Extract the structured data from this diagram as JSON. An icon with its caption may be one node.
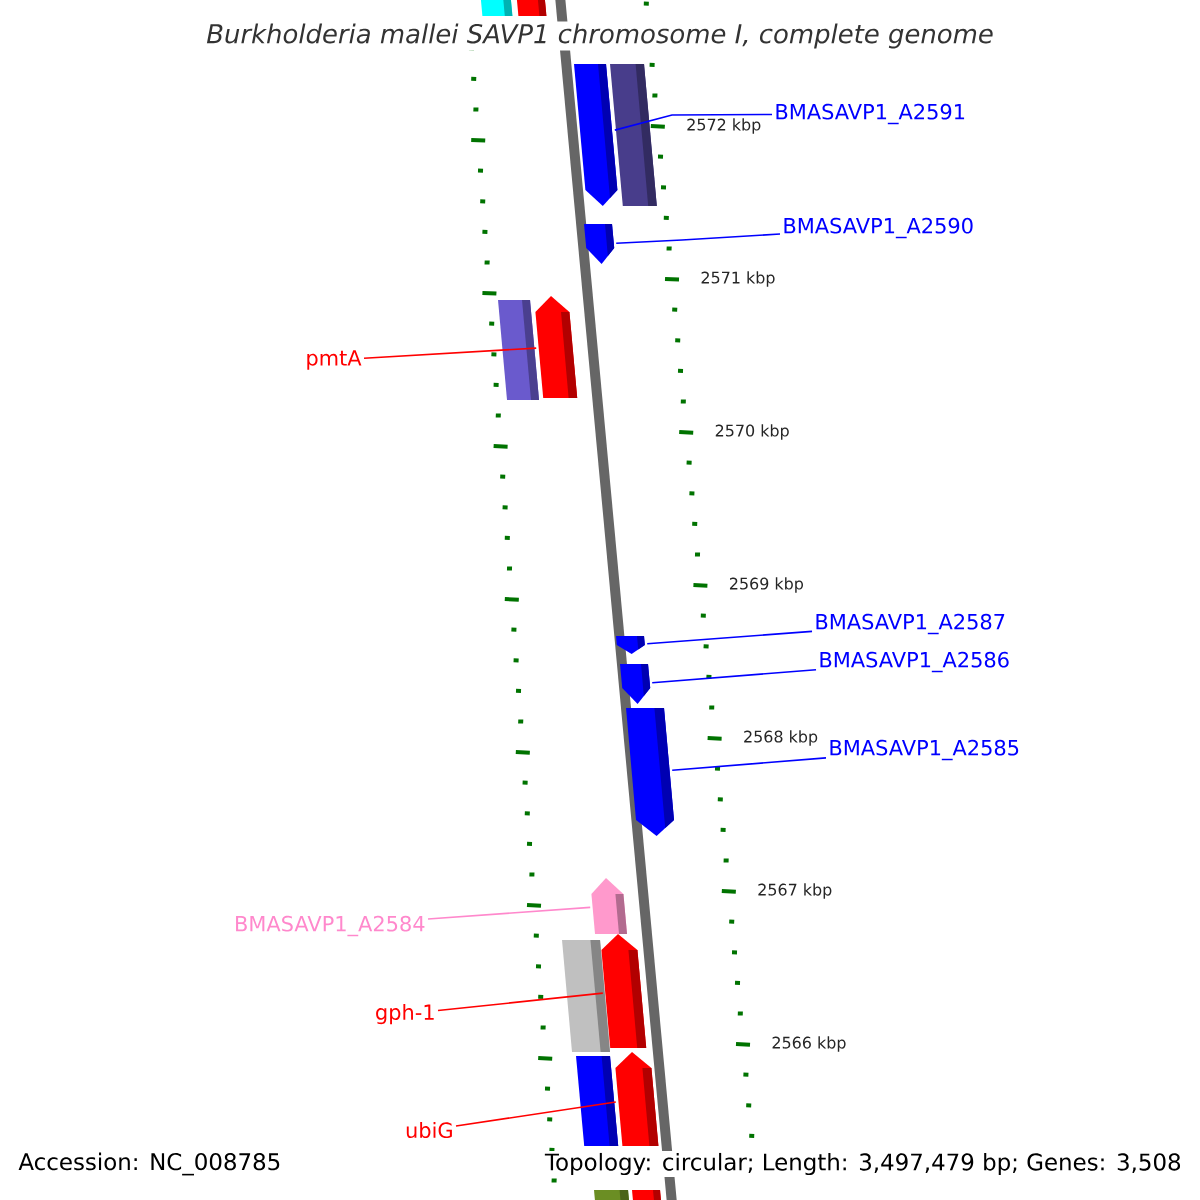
{
  "diagram": {
    "title": "Burkholderia mallei SAVP1 chromosome I, complete genome",
    "nodes": [
      {
        "text": [
          "BMASAVP1_A2591"
        ]
      },
      {
        "text": [],
        "shape": "arrow"
      },
      {
        "text": [
          "BMASAVP1_A2590"
        ]
      },
      {
        "text": [],
        "shape": "arrow"
      },
      {
        "text": [
          "pmtA"
        ]
      },
      {
        "text": [],
        "shape": "arrow"
      },
      {
        "text": [
          "BMASAVP1_A2587"
        ]
      },
      {
        "text": [],
        "shape": "arrow"
      },
      {
        "text": [
          "BMASAVP1_A2586"
        ]
      },
      {
        "text": [],
        "shape": "arrow"
      },
      {
        "text": [
          "BMASAVP1_A2585"
        ]
      },
      {
        "text": [],
        "shape": "arrow"
      },
      {
        "text": [
          "BMASAVP1_A2584"
        ]
      },
      {
        "text": [],
        "shape": "arrow"
      },
      {
        "text": [
          "gph-1"
        ]
      },
      {
        "text": [],
        "shape": "arrow"
      },
      {
        "text": [
          "ubiG"
        ]
      },
      {
        "text": [],
        "shape": "arrow"
      }
    ],
    "edges": [
      {
        "from": 0,
        "to": 1,
        "arrow": "none"
      },
      {
        "from": 2,
        "to": 3,
        "arrow": "none"
      },
      {
        "from": 4,
        "to": 5,
        "arrow": "none",
        "color": "#ff0000"
      },
      {
        "from": 6,
        "to": 7,
        "arrow": "none"
      },
      {
        "from": 8,
        "to": 9,
        "arrow": "none"
      },
      {
        "from": 10,
        "to": 11,
        "arrow": "none"
      },
      {
        "from": 12,
        "to": 13,
        "arrow": "none",
        "color": "#ff88cc"
      },
      {
        "from": 14,
        "to": 15,
        "arrow": "none",
        "color": "#ff0000"
      },
      {
        "from": 16,
        "to": 17,
        "arrow": "none",
        "color": "#ff0000"
      }
    ],
    "labels": [
      "2572 kbp",
      "2571 kbp",
      "2570 kbp",
      "2569 kbp",
      "2568 kbp",
      "2567 kbp",
      "2566 kbp",
      "Accession: NC_008785",
      "Topology: circular; Length: 3,497,479 bp; Genes: 3,508"
    ]
  }
}
